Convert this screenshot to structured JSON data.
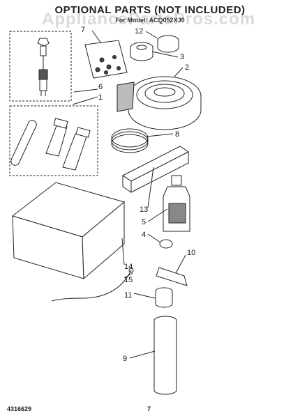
{
  "header": {
    "title": "OPTIONAL PARTS (NOT INCLUDED)",
    "subtitle": "For Model: ACQ052XJ0",
    "watermark": "AppliancePartsPros.com"
  },
  "callouts": [
    "7",
    "12",
    "3",
    "2",
    "6",
    "1",
    "8",
    "13",
    "5",
    "4",
    "14",
    "10",
    "15",
    "11",
    "9"
  ],
  "footer": {
    "left_code": "4316629",
    "page_number": "7"
  },
  "colors": {
    "line": "#222222",
    "accent": "#555555"
  }
}
